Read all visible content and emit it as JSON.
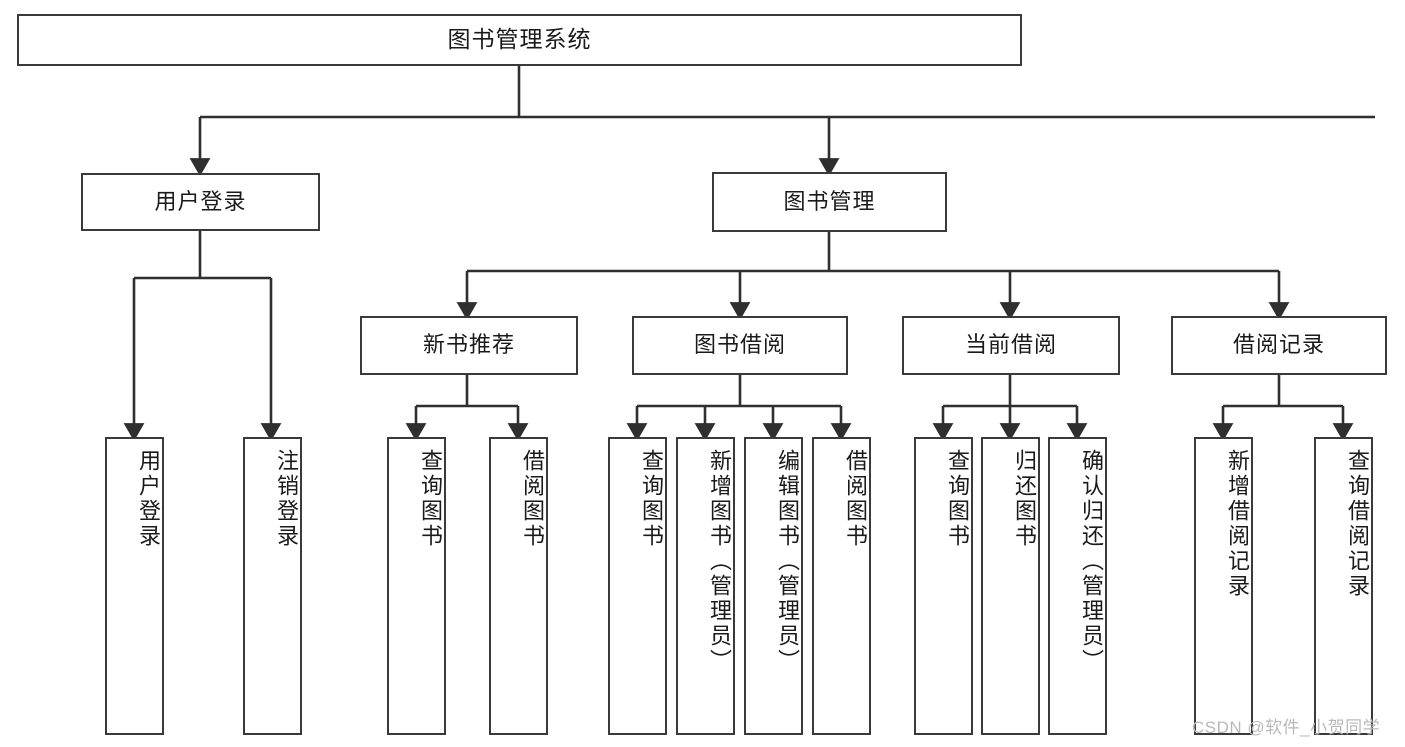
{
  "diagram": {
    "title": "图书管理系统",
    "type": "功能结构图",
    "root": {
      "id": "root",
      "label": "图书管理系统"
    },
    "level1": [
      {
        "id": "user-login",
        "label": "用户登录"
      },
      {
        "id": "book-manage",
        "label": "图书管理"
      }
    ],
    "level2": [
      {
        "id": "new-book-rec",
        "label": "新书推荐",
        "parent": "book-manage"
      },
      {
        "id": "book-borrow",
        "label": "图书借阅",
        "parent": "book-manage"
      },
      {
        "id": "current-borrow",
        "label": "当前借阅",
        "parent": "book-manage"
      },
      {
        "id": "borrow-record",
        "label": "借阅记录",
        "parent": "book-manage"
      }
    ],
    "leaves": [
      {
        "id": "leaf-user-login",
        "label": "用户登录",
        "parent": "user-login"
      },
      {
        "id": "leaf-logout",
        "label": "注销登录",
        "parent": "user-login"
      },
      {
        "id": "leaf-query-book-1",
        "label": "查询图书",
        "parent": "new-book-rec"
      },
      {
        "id": "leaf-borrow-book-1",
        "label": "借阅图书",
        "parent": "new-book-rec"
      },
      {
        "id": "leaf-query-book-2",
        "label": "查询图书",
        "parent": "book-borrow"
      },
      {
        "id": "leaf-add-book",
        "label": "新增图书（管理员）",
        "parent": "book-borrow"
      },
      {
        "id": "leaf-edit-book",
        "label": "编辑图书（管理员）",
        "parent": "book-borrow"
      },
      {
        "id": "leaf-borrow-book-2",
        "label": "借阅图书",
        "parent": "book-borrow"
      },
      {
        "id": "leaf-query-book-3",
        "label": "查询图书",
        "parent": "current-borrow"
      },
      {
        "id": "leaf-return-book",
        "label": "归还图书",
        "parent": "current-borrow"
      },
      {
        "id": "leaf-confirm-return",
        "label": "确认归还（管理员）",
        "parent": "current-borrow"
      },
      {
        "id": "leaf-add-record",
        "label": "新增借阅记录",
        "parent": "borrow-record"
      },
      {
        "id": "leaf-query-record",
        "label": "查询借阅记录",
        "parent": "borrow-record"
      }
    ]
  },
  "watermark": {
    "text": "CSDN @软件_小贺同学"
  },
  "colors": {
    "background": "#ffffff",
    "box_border": "#3a3a3a",
    "box_fill": "#ffffff",
    "connector": "#2f2f2f",
    "text": "#1a1a1a",
    "watermark": "#b9b9b9"
  }
}
